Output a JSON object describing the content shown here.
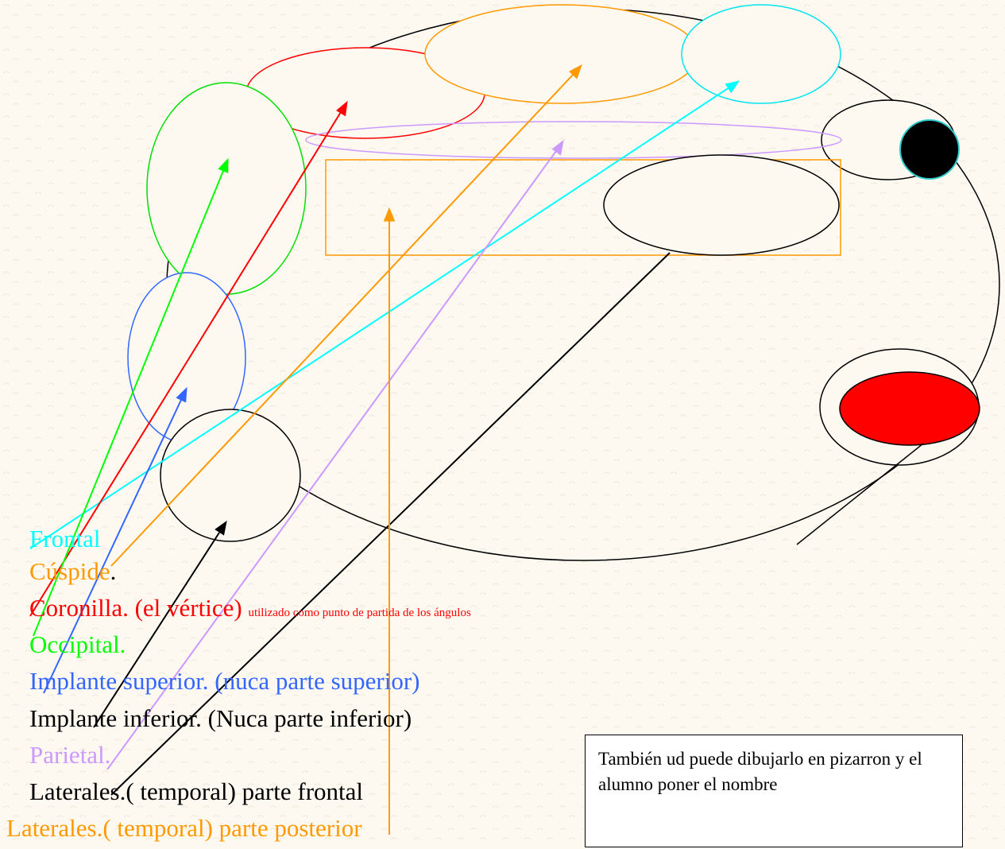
{
  "colors": {
    "frontal": "#00ffff",
    "cuspide": "#ff9900",
    "coronilla": "#ff0000",
    "occipital": "#00ff00",
    "implante_superior": "#3366ff",
    "implante_inferior": "#000000",
    "parietal": "#cc99ff",
    "laterales_frontal": "#000000",
    "laterales_posterior": "#ff9900"
  },
  "labels": {
    "frontal": "Frontal",
    "cuspide": "Cúspide",
    "cuspide_dot": ".",
    "coronilla": "Coronilla. (el vértice)",
    "coronilla_note": "utilizado como punto de  partida de los ángulos",
    "occipital": "Occipital.",
    "implante_superior": "Implante superior. (nuca parte superior)",
    "implante_inferior": "Implante inferior. (Nuca parte inferior)",
    "parietal": "Parietal.",
    "laterales_frontal": "Laterales.( temporal) parte frontal",
    "laterales_posterior": "Laterales.( temporal) parte posterior"
  },
  "note": {
    "text": "También ud puede dibujarlo en pizarron y el alumno poner el nombre"
  }
}
